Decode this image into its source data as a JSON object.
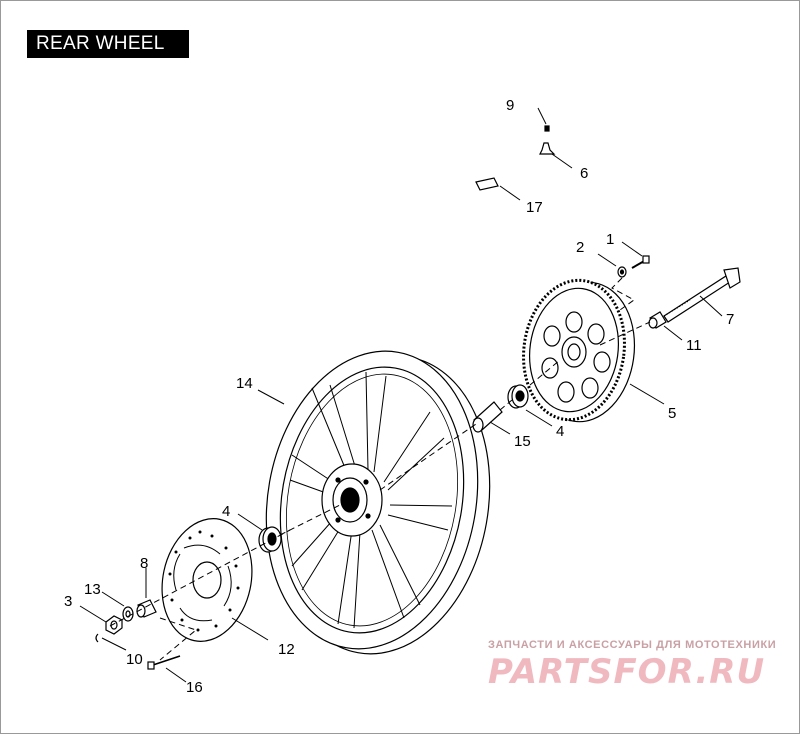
{
  "title": "REAR WHEEL",
  "callouts": {
    "c1": "1",
    "c2": "2",
    "c3": "3",
    "c4a": "4",
    "c4b": "4",
    "c5": "5",
    "c6": "6",
    "c7": "7",
    "c8": "8",
    "c9": "9",
    "c10": "10",
    "c11": "11",
    "c12": "12",
    "c13": "13",
    "c14": "14",
    "c15": "15",
    "c16": "16",
    "c17": "17"
  },
  "watermark": {
    "tagline": "ЗАПЧАСТИ И АКСЕССУАРЫ ДЛЯ МОТОТЕХНИКИ",
    "logo": "PARTSFOR.RU"
  }
}
